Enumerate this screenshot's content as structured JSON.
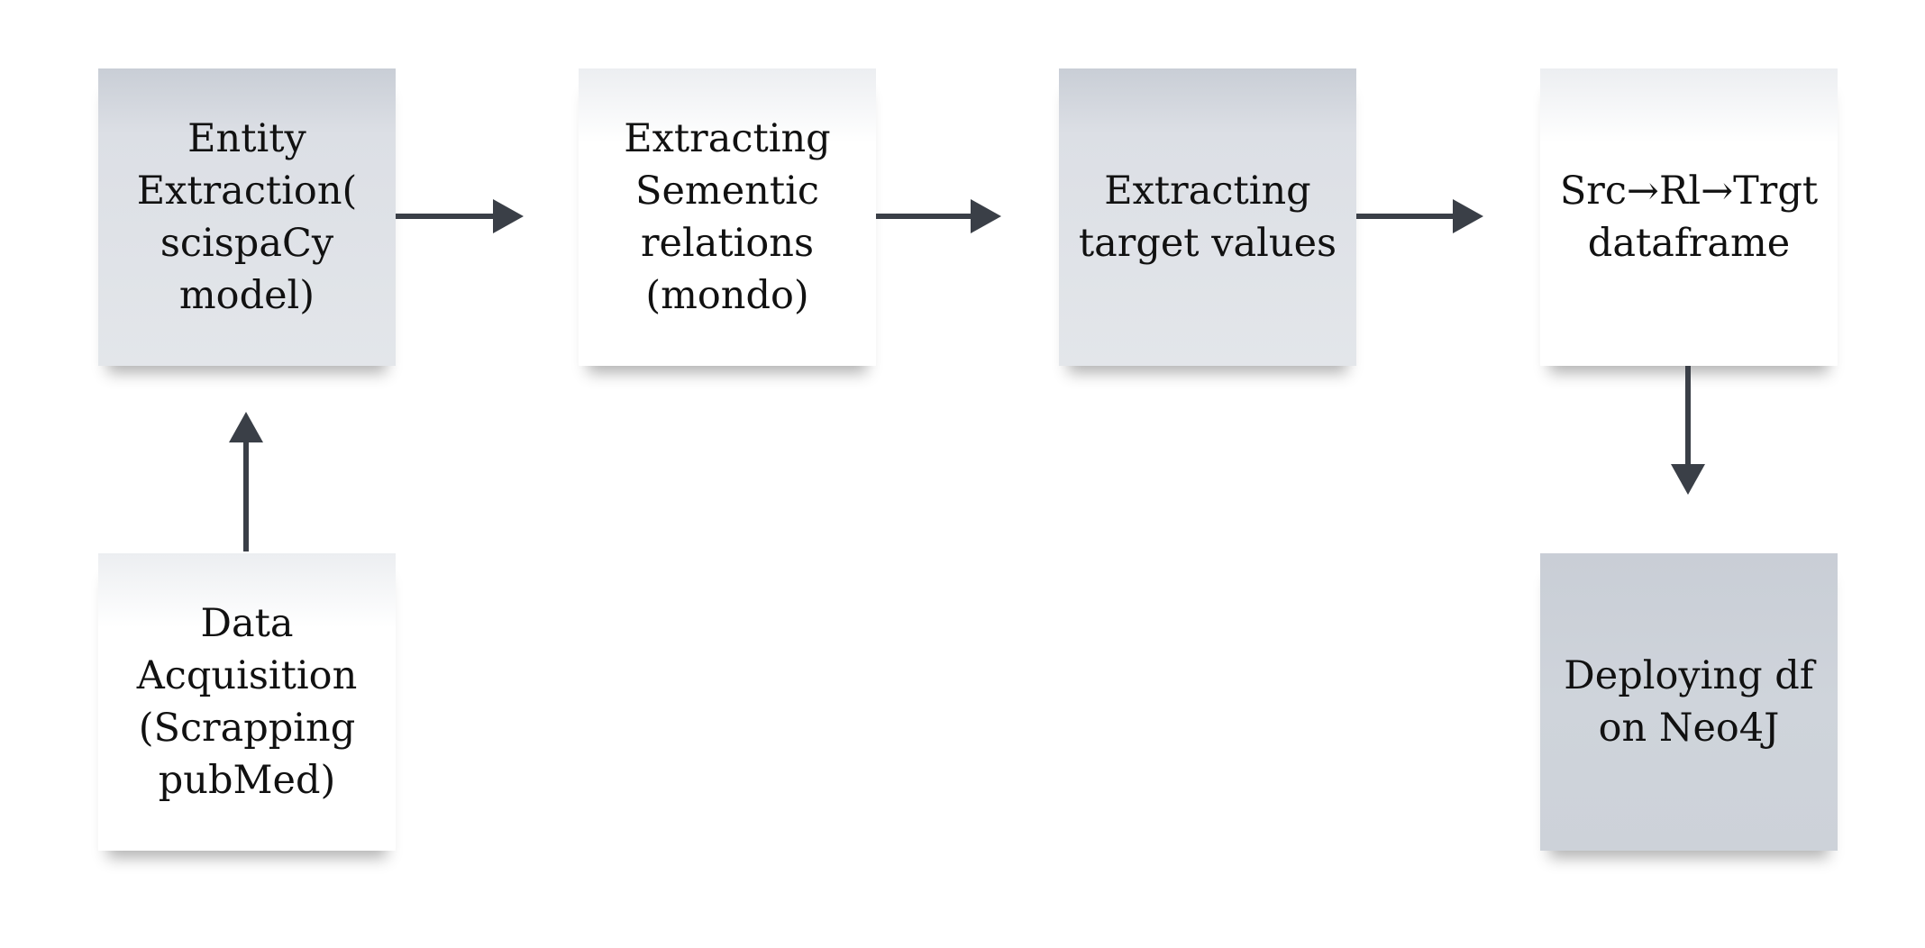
{
  "nodes": {
    "entity_extraction": "Entity Extraction( scispaCy model)",
    "semantic_relations": "Extracting Sementic relations (mondo)",
    "target_values": "Extracting target values",
    "dataframe": "Src→Rl→Trgt dataframe",
    "data_acquisition": "Data Acquisition (Scrapping pubMed)",
    "deploying": "Deploying df on Neo4J"
  },
  "edges": [
    {
      "from": "data_acquisition",
      "to": "entity_extraction"
    },
    {
      "from": "entity_extraction",
      "to": "semantic_relations"
    },
    {
      "from": "semantic_relations",
      "to": "target_values"
    },
    {
      "from": "target_values",
      "to": "dataframe"
    },
    {
      "from": "dataframe",
      "to": "deploying"
    }
  ],
  "colors": {
    "arrow": "#3a3f47",
    "text": "#111111",
    "box_gray": "#dcdfe5",
    "box_white": "#ffffff",
    "box_dark_gray": "#cfd4db"
  }
}
